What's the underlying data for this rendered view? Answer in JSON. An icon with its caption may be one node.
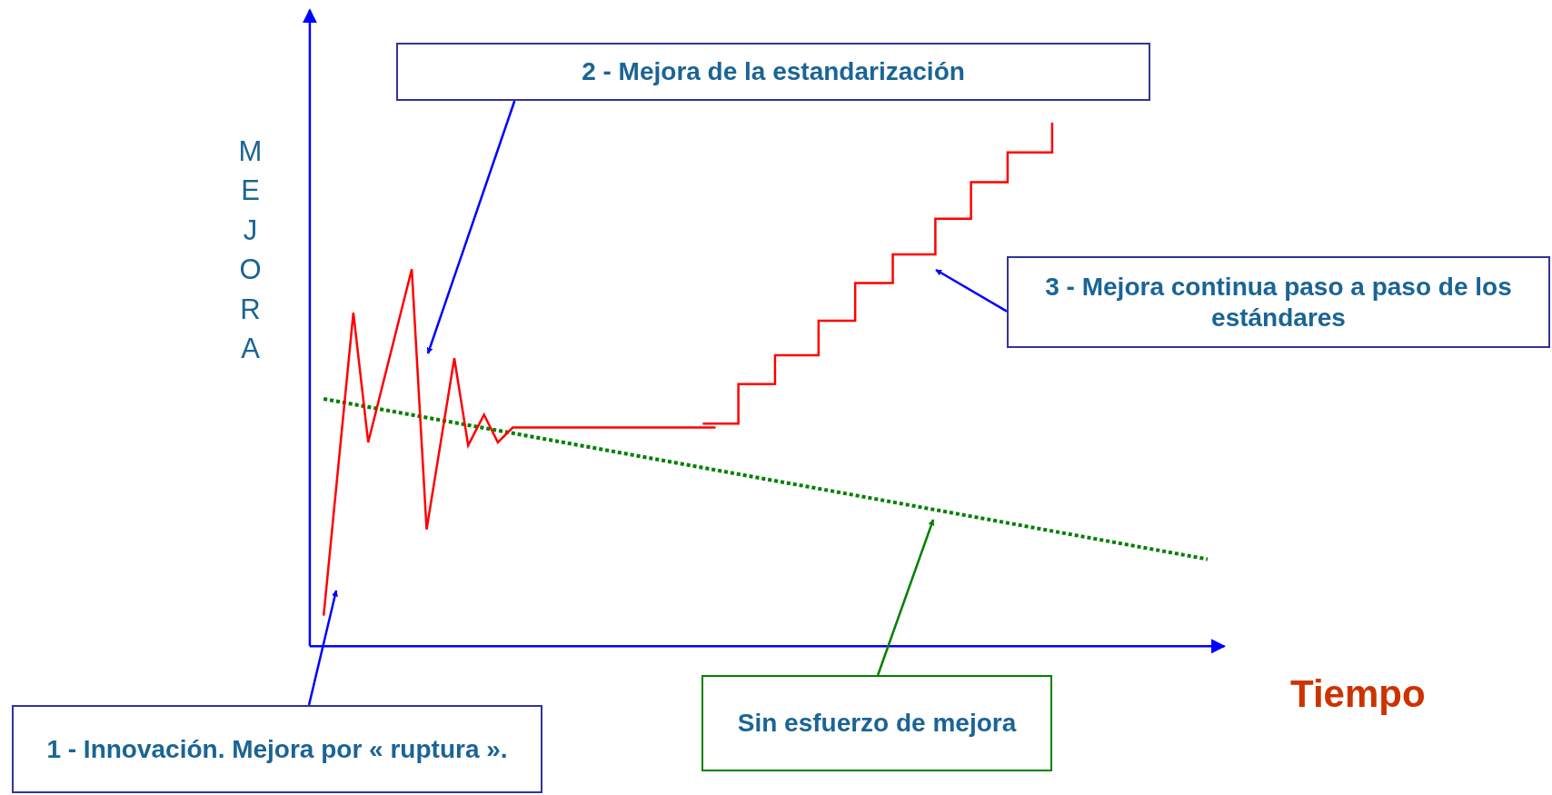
{
  "diagram": {
    "nodes": [
      {
        "text": [
          "2 - Mejora de la estandarización"
        ]
      },
      {
        "text": [
          "3 - Mejora continua paso a paso de los estándares"
        ]
      },
      {
        "text": [
          "1 - Innovación. Mejora por « ruptura »."
        ]
      },
      {
        "text": [
          "Sin esfuerzo de mejora"
        ]
      }
    ],
    "edges": [
      {
        "from": 0,
        "to": null,
        "arrow": "to"
      },
      {
        "from": 1,
        "to": null,
        "arrow": "to"
      },
      {
        "from": 2,
        "to": null,
        "arrow": "to"
      },
      {
        "from": 3,
        "to": null,
        "arrow": "to",
        "color": "#008000"
      }
    ],
    "labels": [
      "MEJORA",
      "Tiempo"
    ]
  }
}
